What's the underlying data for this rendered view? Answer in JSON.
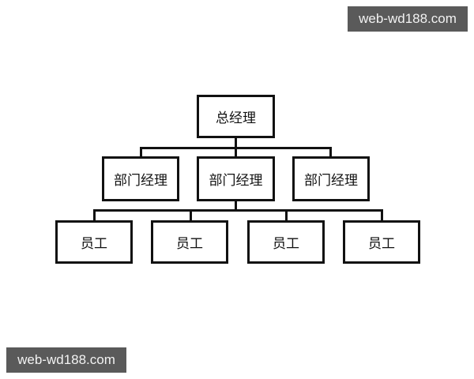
{
  "watermarks": {
    "top_right": "web-wd188.com",
    "bottom_left": "web-wd188.com"
  },
  "org_chart": {
    "root": {
      "label": "总经理"
    },
    "managers": [
      {
        "label": "部门经理"
      },
      {
        "label": "部门经理"
      },
      {
        "label": "部门经理"
      }
    ],
    "employees": [
      {
        "label": "员工"
      },
      {
        "label": "员工"
      },
      {
        "label": "员工"
      },
      {
        "label": "员工"
      }
    ],
    "colors": {
      "line": "#111111",
      "box_fill": "#ffffff",
      "watermark_bg": "#5a5a5a",
      "watermark_text": "#f2f2f2"
    }
  }
}
